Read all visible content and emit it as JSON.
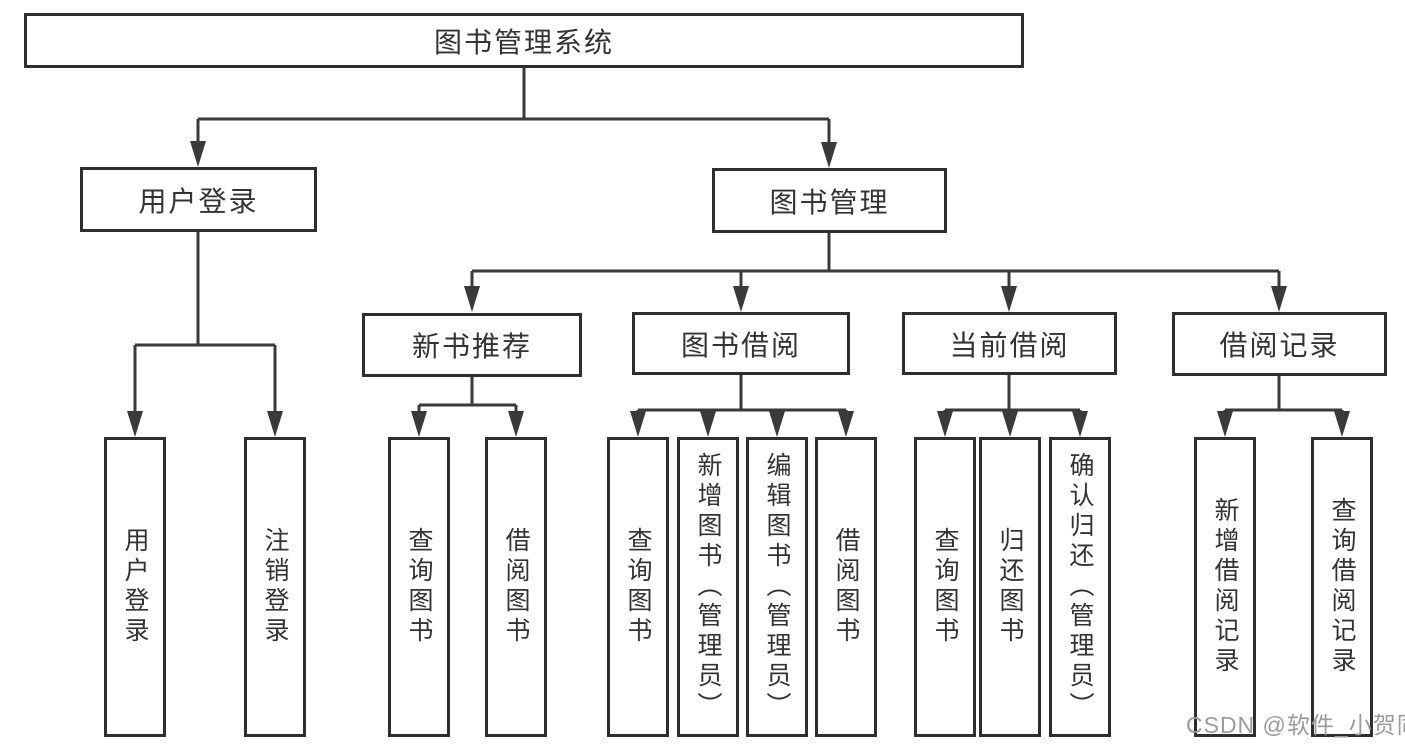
{
  "diagram": {
    "root": "图书管理系统",
    "level1": [
      "用户登录",
      "图书管理"
    ],
    "level2": [
      "新书推荐",
      "图书借阅",
      "当前借阅",
      "借阅记录"
    ],
    "leaves": [
      "用户登录",
      "注销登录",
      "查询图书",
      "借阅图书",
      "查询图书",
      "新增图书（管理员）",
      "编辑图书（管理员）",
      "借阅图书",
      "查询图书",
      "归还图书",
      "确认归还（管理员）",
      "新增借阅记录",
      "查询借阅记录"
    ],
    "watermark": "CSDN @软件_小贺同学",
    "colors": {
      "line": "#3a3a3a",
      "border": "#2e2e2e",
      "fill": "#ffffff",
      "text": "#333333",
      "watermark": "#9b9b9b"
    }
  }
}
